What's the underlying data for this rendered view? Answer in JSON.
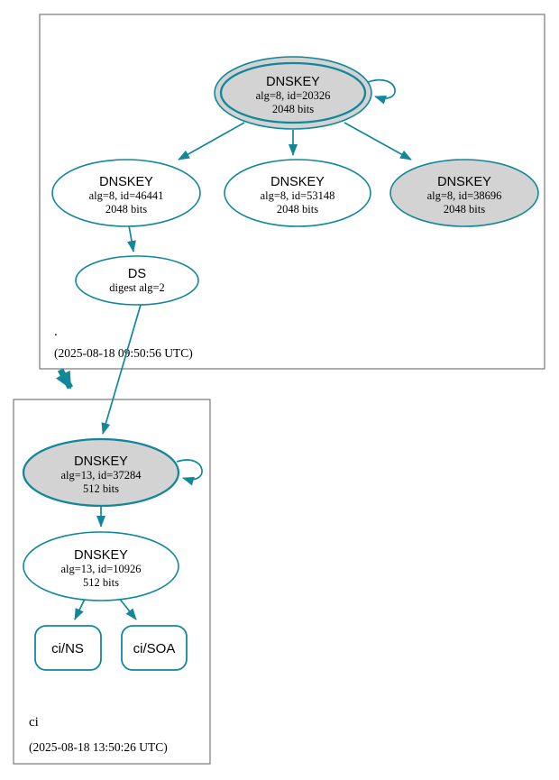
{
  "colors": {
    "accent": "#12879a",
    "node_fill_gray": "#d3d3d3",
    "box_border": "#777777",
    "text": "#000000"
  },
  "root_zone": {
    "name": ".",
    "timestamp": "(2025-08-18 09:50:56 UTC)",
    "ksk": {
      "title": "DNSKEY",
      "detail": "alg=8, id=20326",
      "bits": "2048 bits"
    },
    "zsk_left": {
      "title": "DNSKEY",
      "detail": "alg=8, id=46441",
      "bits": "2048 bits"
    },
    "zsk_mid": {
      "title": "DNSKEY",
      "detail": "alg=8, id=53148",
      "bits": "2048 bits"
    },
    "zsk_right": {
      "title": "DNSKEY",
      "detail": "alg=8, id=38696",
      "bits": "2048 bits"
    },
    "ds": {
      "title": "DS",
      "detail": "digest alg=2"
    }
  },
  "ci_zone": {
    "name": "ci",
    "timestamp": "(2025-08-18 13:50:26 UTC)",
    "ksk": {
      "title": "DNSKEY",
      "detail": "alg=13, id=37284",
      "bits": "512 bits"
    },
    "zsk": {
      "title": "DNSKEY",
      "detail": "alg=13, id=10926",
      "bits": "512 bits"
    },
    "rrset_ns": {
      "label": "ci/NS"
    },
    "rrset_soa": {
      "label": "ci/SOA"
    }
  }
}
